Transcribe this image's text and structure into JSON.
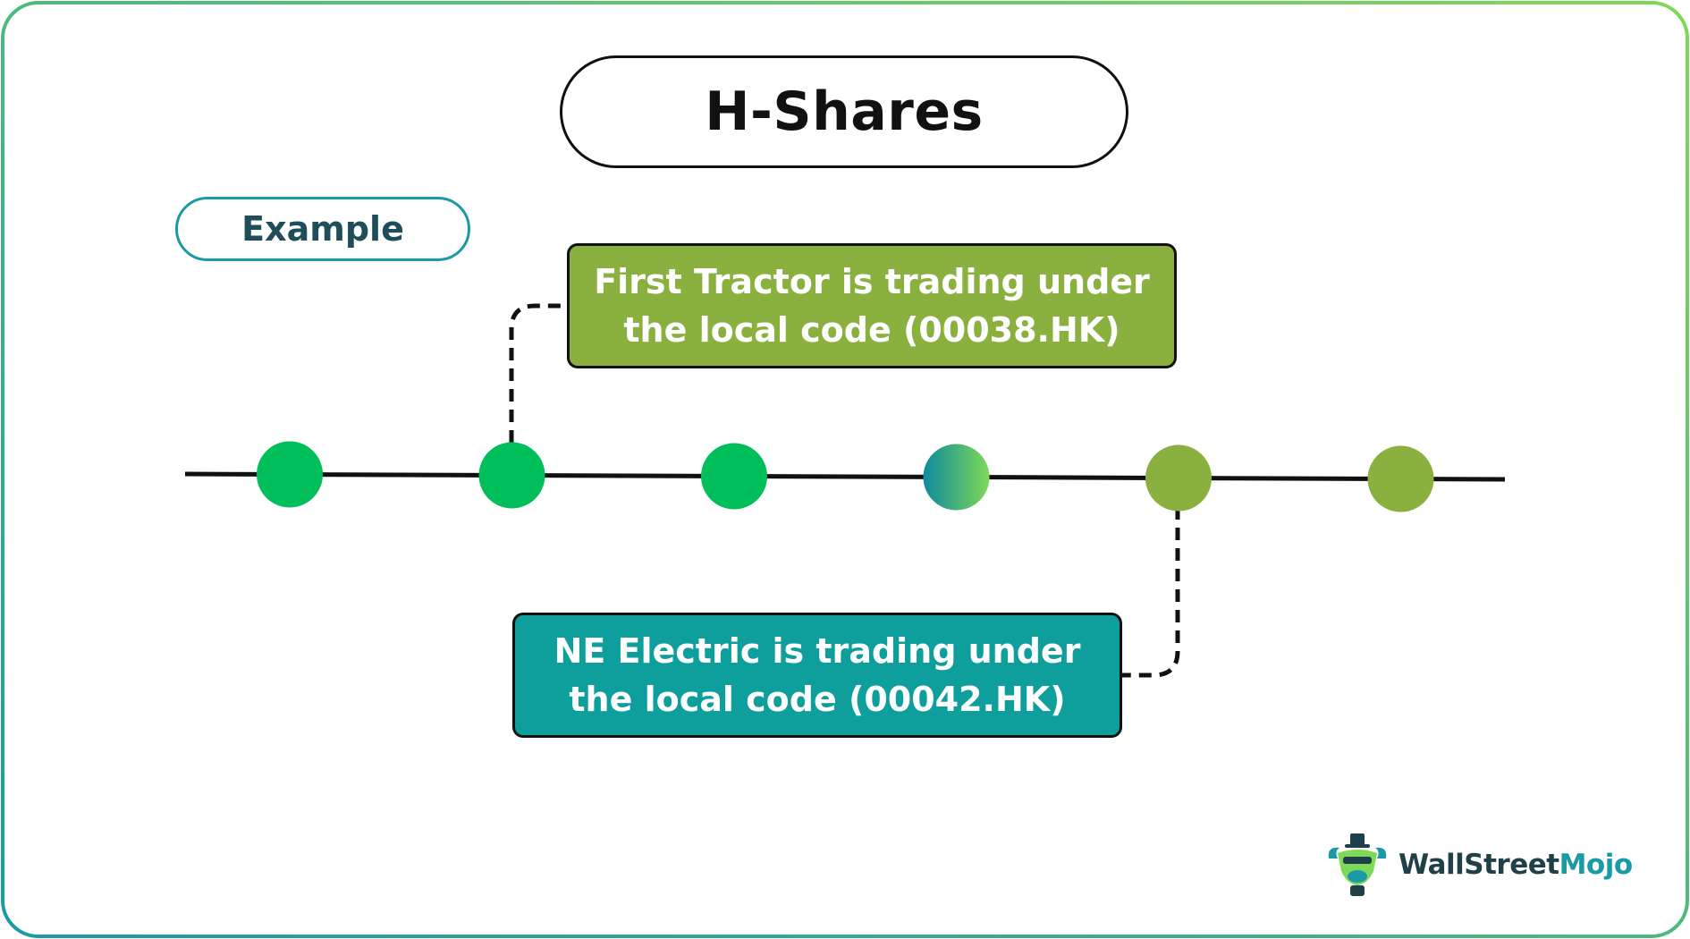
{
  "title": "H-Shares",
  "example_label": "Example",
  "callouts": [
    {
      "lines": [
        "First Tractor is trading under",
        "the local code (00038.HK)"
      ],
      "color": "#8ab040"
    },
    {
      "lines": [
        "NE Electric is trading under",
        "the local code (00042.HK)"
      ],
      "color": "#0e9e9c"
    }
  ],
  "timeline_nodes": [
    {
      "fill": "#00bf5a"
    },
    {
      "fill": "#00bf5a"
    },
    {
      "fill": "#00bf5a"
    },
    {
      "fill": "gradient-teal-to-lightgreen"
    },
    {
      "fill": "#8ab040"
    },
    {
      "fill": "#8ab040"
    }
  ],
  "colors": {
    "frame_gradient_start": "#1a9aa6",
    "frame_gradient_end": "#7ed957",
    "timeline": "#111111"
  },
  "logo": {
    "icon": "bull-mascot-icon",
    "text_part1": "WallStreet",
    "text_part2": "Mojo"
  }
}
